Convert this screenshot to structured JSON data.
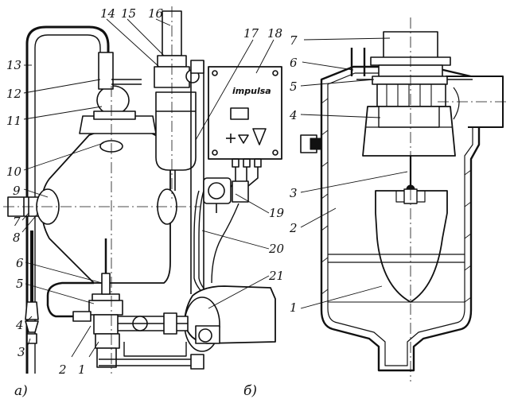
{
  "figure": {
    "brand_text": "impulsa",
    "panel_a": {
      "caption": "а)",
      "callouts": [
        "1",
        "2",
        "3",
        "4",
        "5",
        "6",
        "7",
        "8",
        "9",
        "10",
        "11",
        "12",
        "13",
        "14",
        "15",
        "16",
        "17",
        "18",
        "19",
        "20",
        "21"
      ]
    },
    "panel_b": {
      "caption": "б)",
      "callouts": [
        "1",
        "2",
        "3",
        "4",
        "5",
        "6",
        "7"
      ]
    }
  }
}
